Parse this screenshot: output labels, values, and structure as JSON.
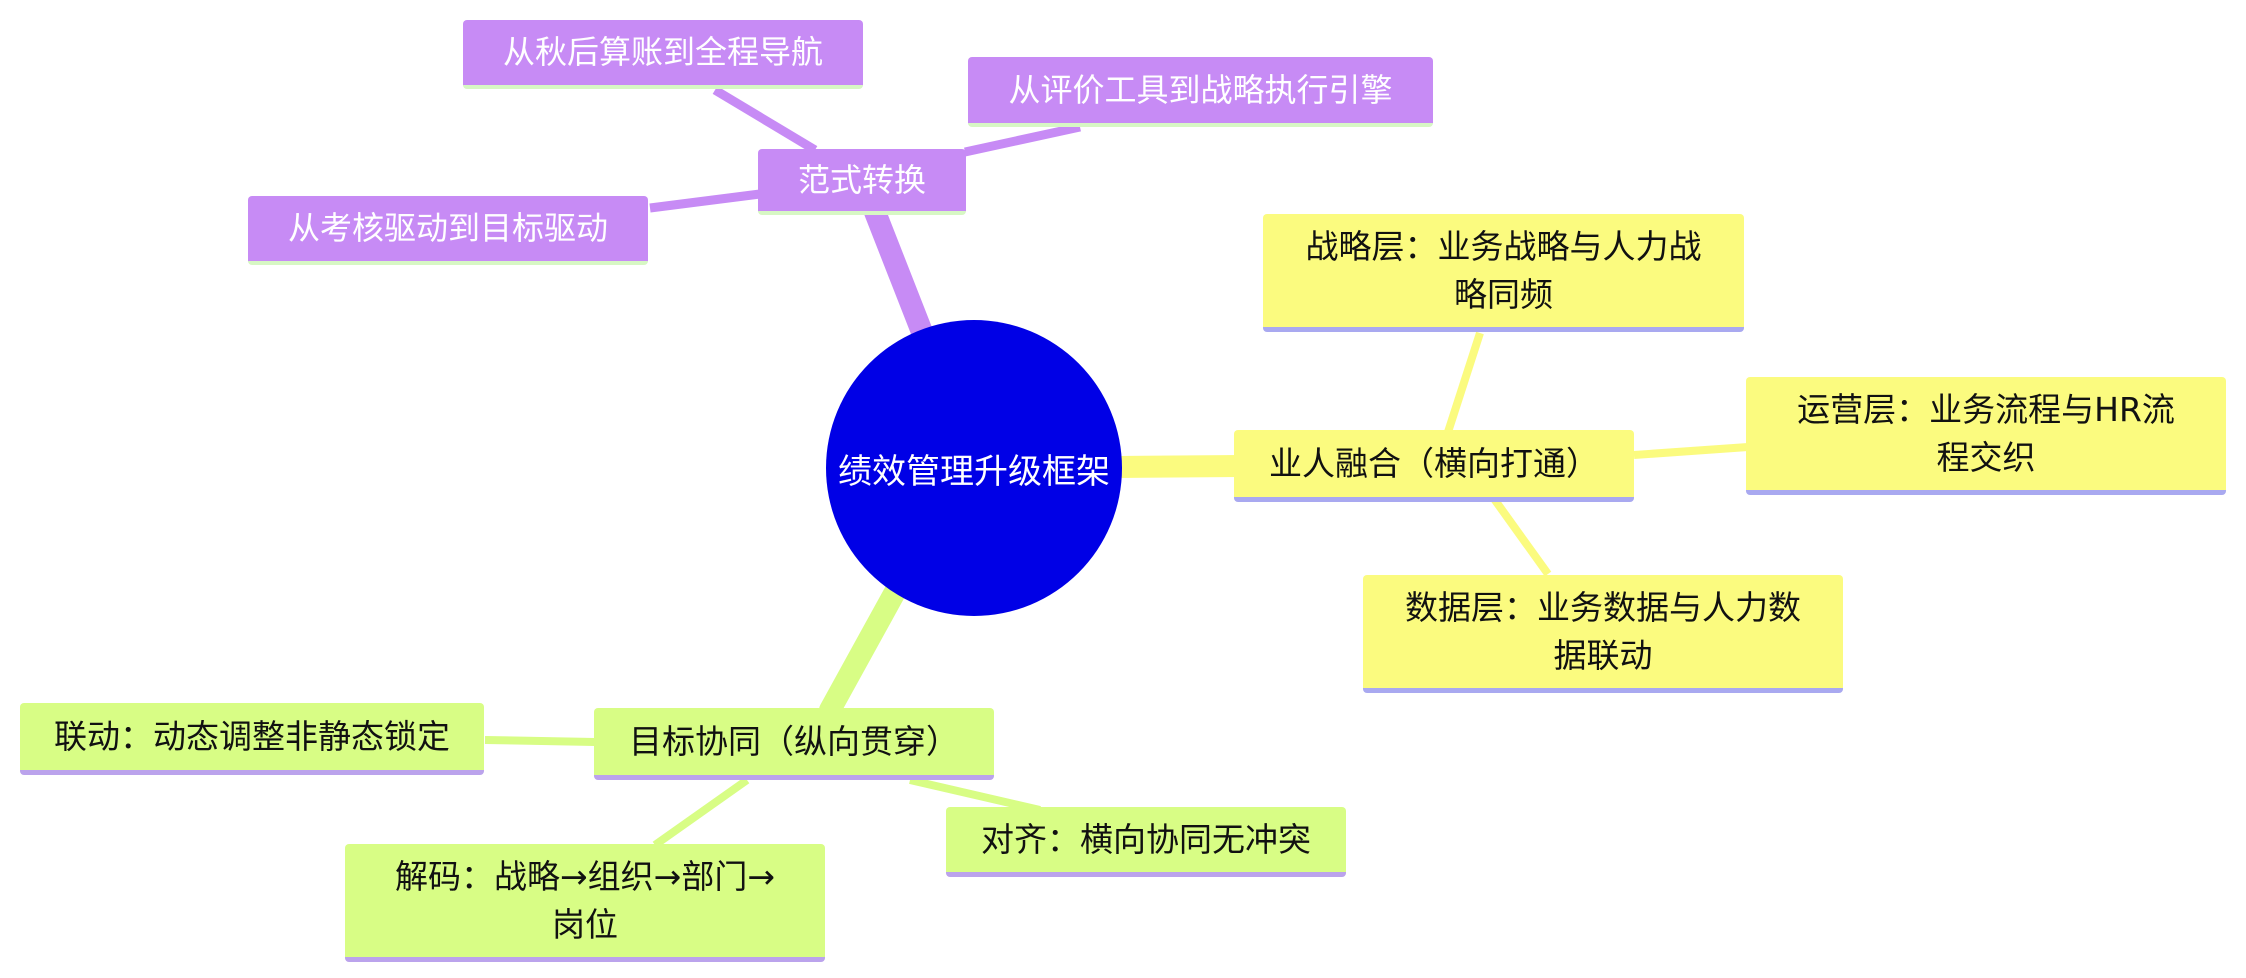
{
  "root": {
    "label": "绩效管理升级框架",
    "color": "#0000e6"
  },
  "colors": {
    "paradigm_branch": "#c78bf5",
    "fusion_branch": "#fbfb7f",
    "goal_branch": "#d8fd85"
  },
  "branches": {
    "paradigm": {
      "label": "范式转换",
      "children": [
        "从秋后算账到全程导航",
        "从评价工具到战略执行引擎",
        "从考核驱动到目标驱动"
      ]
    },
    "fusion": {
      "label": "业人融合（横向打通）",
      "children": [
        "战略层：业务战略与人力战略同频",
        "运营层：业务流程与HR流程交织",
        "数据层：业务数据与人力数据联动"
      ]
    },
    "goal": {
      "label": "目标协同（纵向贯穿）",
      "children": [
        "联动：动态调整非静态锁定",
        "解码：战略→组织→部门→岗位",
        "对齐：横向协同无冲突"
      ]
    }
  }
}
